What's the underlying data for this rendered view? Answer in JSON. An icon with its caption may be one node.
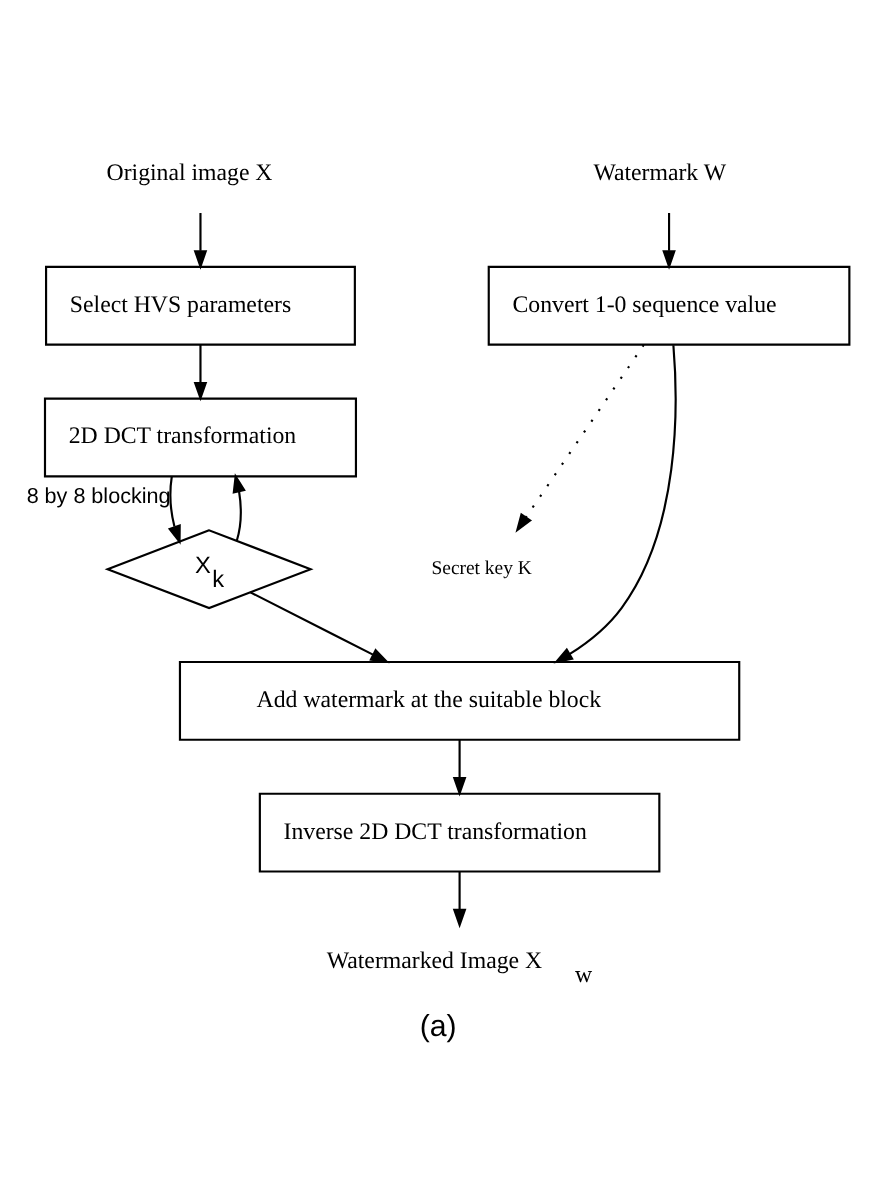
{
  "diagram": {
    "caption": "(a)",
    "nodes": [
      {
        "text": [
          "Original image X"
        ]
      },
      {
        "text": [
          "Watermark W"
        ]
      },
      {
        "text": [
          "Select HVS parameters"
        ]
      },
      {
        "text": [
          "Convert 1-0 sequence value"
        ]
      },
      {
        "text": [
          "2D DCT transformation"
        ]
      },
      {
        "text": [
          "X$_{k}$"
        ]
      },
      {
        "text": [
          "Secret key K"
        ]
      },
      {
        "text": [
          "Add watermark at the suitable block"
        ]
      },
      {
        "text": [
          "Inverse 2D DCT transformation"
        ]
      },
      {
        "text": [
          "Watermarked Image X$_{w}$"
        ]
      }
    ],
    "edges": [
      {
        "from": 0,
        "to": 2,
        "arrow": "to"
      },
      {
        "from": 1,
        "to": 3,
        "arrow": "to"
      },
      {
        "from": 2,
        "to": 4,
        "arrow": "to"
      },
      {
        "from": 4,
        "to": 5,
        "arrow": "to",
        "label": "8 by 8 blocking"
      },
      {
        "from": 5,
        "to": 4,
        "arrow": "to"
      },
      {
        "from": 5,
        "to": 7,
        "arrow": "to"
      },
      {
        "from": 3,
        "to": 7,
        "arrow": "to"
      },
      {
        "from": 3,
        "to": 6,
        "arrow": "to",
        "style": "dashed"
      },
      {
        "from": 7,
        "to": 8,
        "arrow": "to"
      },
      {
        "from": 8,
        "to": 9,
        "arrow": "to"
      }
    ]
  }
}
